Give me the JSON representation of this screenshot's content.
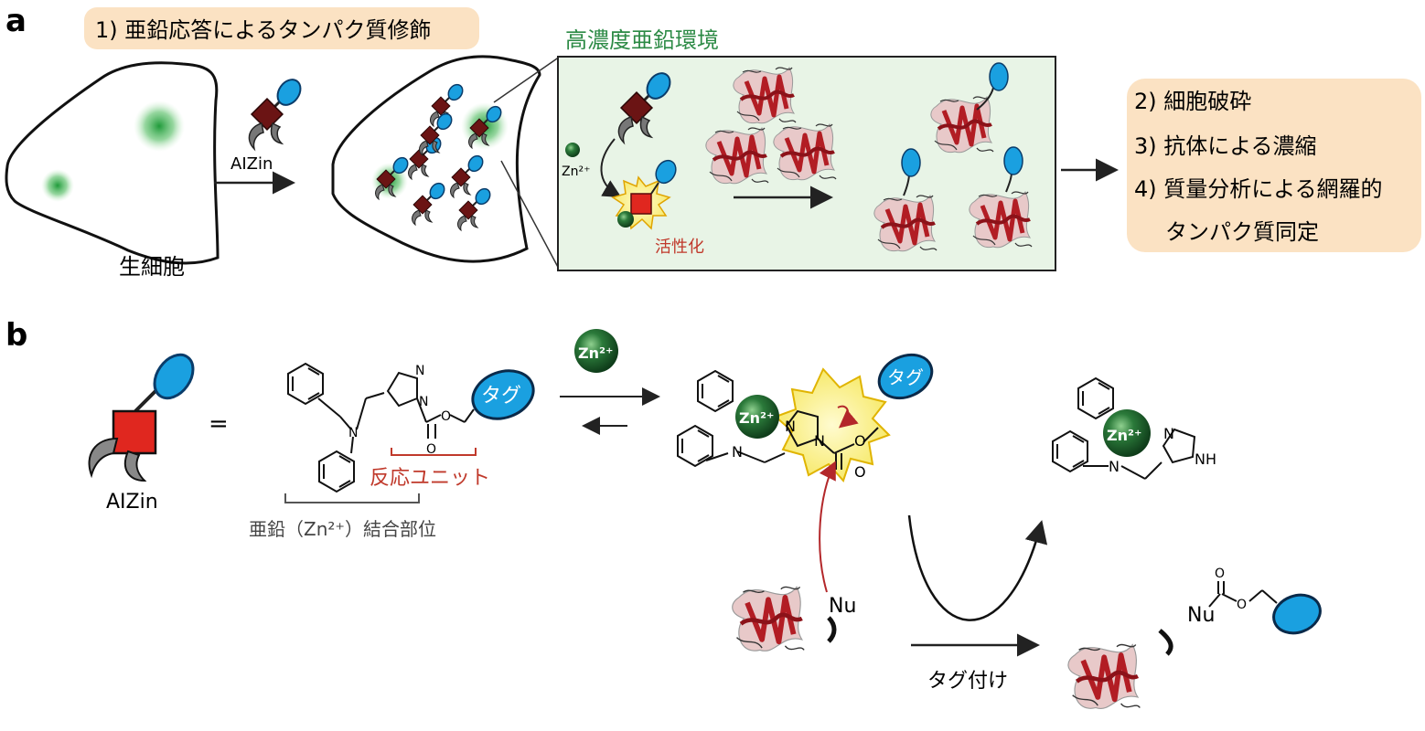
{
  "panel_a": {
    "label": "a",
    "step1": "1) 亜鉛応答によるタンパク質修飾",
    "live_cell": "生細胞",
    "probe_name": "AIZin",
    "zinc_env": "高濃度亜鉛環境",
    "zn_ion": "Zn²⁺",
    "activation": "活性化",
    "steps": [
      "2) 細胞破砕",
      "3) 抗体による濃縮",
      "4) 質量分析による網羅的",
      "タンパク質同定"
    ]
  },
  "panel_b": {
    "label": "b",
    "probe_name": "AIZin",
    "equals": "=",
    "tag": "タグ",
    "reactive_unit": "反応ユニット",
    "zinc_site": "亜鉛（Zn²⁺）結合部位",
    "zn": "Zn²⁺",
    "nu": "Nu",
    "tagging": "タグ付け",
    "atom_N": "N",
    "atom_O": "O",
    "atom_NH": "NH"
  },
  "colors": {
    "tag_blue": "#1aa0e0",
    "block_red": "#e0271f",
    "dark_red": "#6b1414",
    "green_panel": "#e8f4e6",
    "green_text": "#2c8a45",
    "peach": "#fbe2c3",
    "burst_yellow": "#fff07a",
    "reactive_red": "#c0392b",
    "protein_red": "#b21d24",
    "zn_green": "#1a5c28"
  }
}
